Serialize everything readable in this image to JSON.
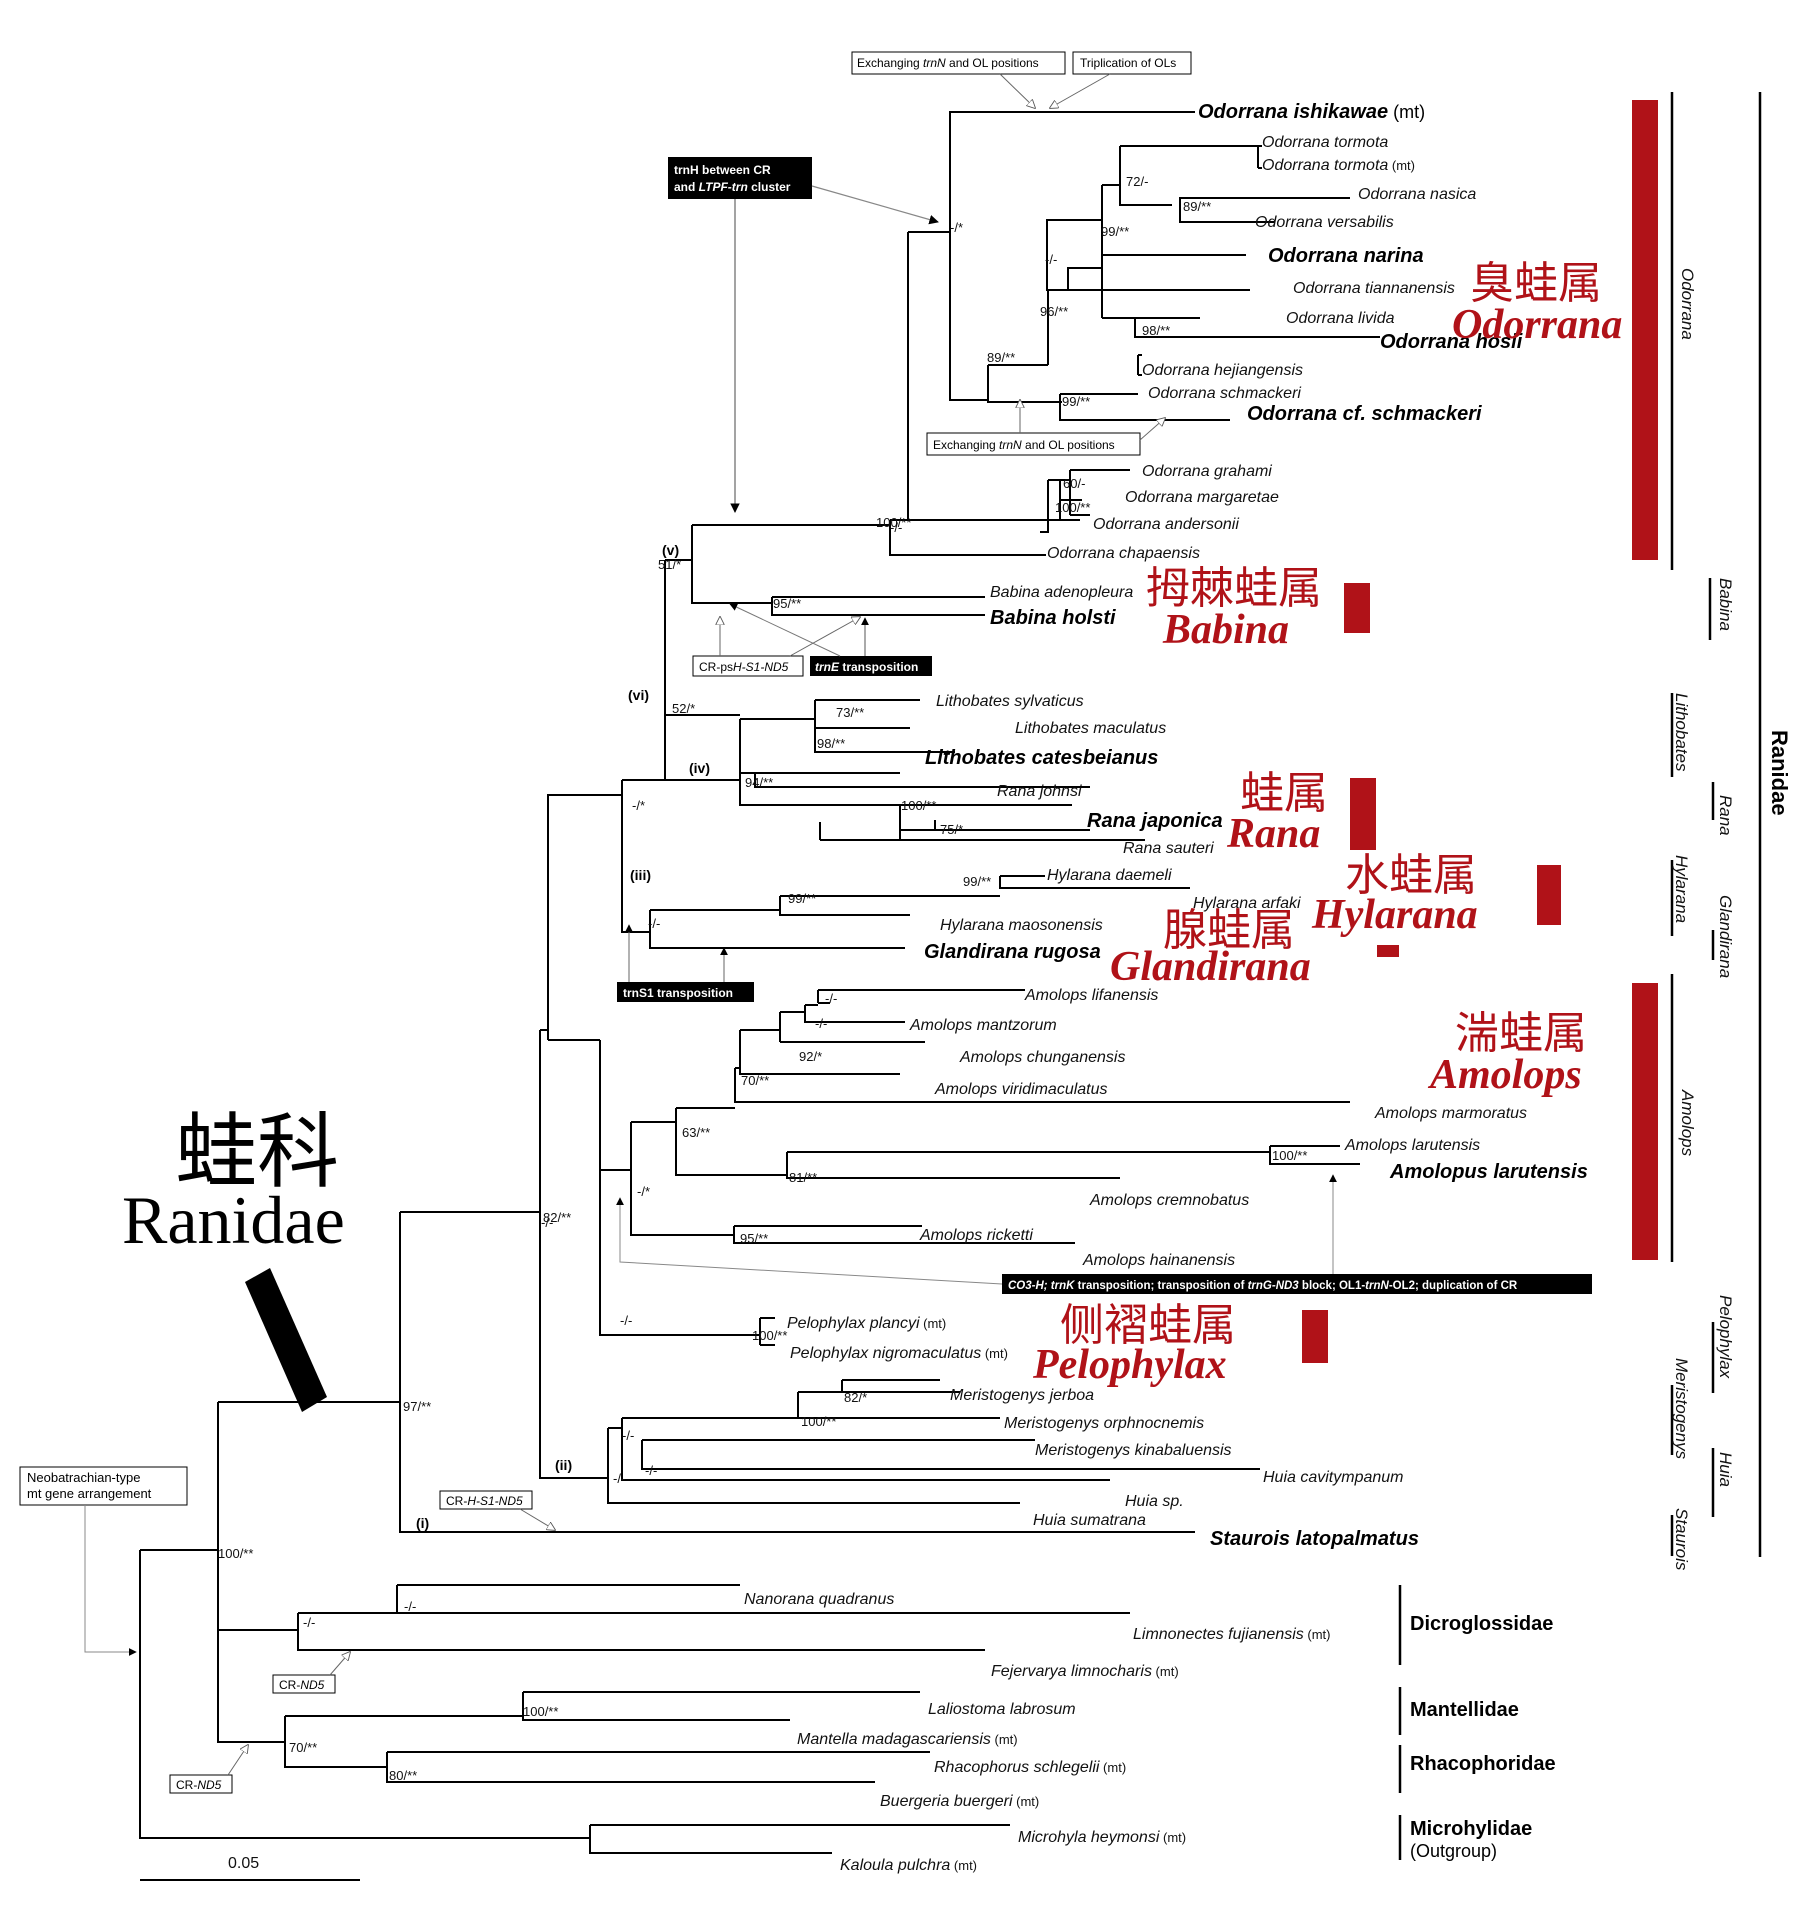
{
  "figure": {
    "main_label_cn": "蛙科",
    "main_label_lat": "Ranidae",
    "scale_bar": "0.05",
    "ranidae_label": "Ranidae"
  },
  "taxa": [
    {
      "name": "Odorrana ishikawae",
      "suffix": "(mt)",
      "bold": true
    },
    {
      "name": "Odorrana tormota",
      "suffix": "",
      "bold": false
    },
    {
      "name": "Odorrana tormota",
      "suffix": "(mt)",
      "bold": false
    },
    {
      "name": "Odorrana nasica",
      "suffix": "",
      "bold": false
    },
    {
      "name": "Odorrana versabilis",
      "suffix": "",
      "bold": false
    },
    {
      "name": "Odorrana narina",
      "suffix": "",
      "bold": true
    },
    {
      "name": "Odorrana tiannanensis",
      "suffix": "",
      "bold": false
    },
    {
      "name": "Odorrana livida",
      "suffix": "",
      "bold": false
    },
    {
      "name": "Odorrana hosii",
      "suffix": "",
      "bold": true
    },
    {
      "name": "Odorrana hejiangensis",
      "suffix": "",
      "bold": false
    },
    {
      "name": "Odorrana schmackeri",
      "suffix": "",
      "bold": false
    },
    {
      "name": "Odorrana cf. schmackeri",
      "suffix": "",
      "bold": true
    },
    {
      "name": "Odorrana grahami",
      "suffix": "",
      "bold": false
    },
    {
      "name": "Odorrana margaretae",
      "suffix": "",
      "bold": false
    },
    {
      "name": "Odorrana andersonii",
      "suffix": "",
      "bold": false
    },
    {
      "name": "Odorrana chapaensis",
      "suffix": "",
      "bold": false
    },
    {
      "name": "Babina adenopleura",
      "suffix": "",
      "bold": false
    },
    {
      "name": "Babina holsti",
      "suffix": "",
      "bold": true
    },
    {
      "name": "Lithobates sylvaticus",
      "suffix": "",
      "bold": false
    },
    {
      "name": "Lithobates maculatus",
      "suffix": "",
      "bold": false
    },
    {
      "name": "Lithobates catesbeianus",
      "suffix": "",
      "bold": true
    },
    {
      "name": "Rana johnsi",
      "suffix": "",
      "bold": false
    },
    {
      "name": "Rana japonica",
      "suffix": "",
      "bold": true
    },
    {
      "name": "Rana sauteri",
      "suffix": "",
      "bold": false
    },
    {
      "name": "Hylarana daemeli",
      "suffix": "",
      "bold": false
    },
    {
      "name": "Hylarana arfaki",
      "suffix": "",
      "bold": false
    },
    {
      "name": "Hylarana maosonensis",
      "suffix": "",
      "bold": false
    },
    {
      "name": "Glandirana rugosa",
      "suffix": "",
      "bold": true
    },
    {
      "name": "Amolops lifanensis",
      "suffix": "",
      "bold": false
    },
    {
      "name": "Amolops mantzorum",
      "suffix": "",
      "bold": false
    },
    {
      "name": "Amolops chunganensis",
      "suffix": "",
      "bold": false
    },
    {
      "name": "Amolops viridimaculatus",
      "suffix": "",
      "bold": false
    },
    {
      "name": "Amolops marmoratus",
      "suffix": "",
      "bold": false
    },
    {
      "name": "Amolops larutensis",
      "suffix": "",
      "bold": false
    },
    {
      "name": "Amolopus larutensis",
      "suffix": "",
      "bold": true
    },
    {
      "name": "Amolops cremnobatus",
      "suffix": "",
      "bold": false
    },
    {
      "name": "Amolops ricketti",
      "suffix": "",
      "bold": false
    },
    {
      "name": "Amolops hainanensis",
      "suffix": "",
      "bold": false
    },
    {
      "name": "Pelophylax plancyi",
      "suffix": "(mt)",
      "bold": false
    },
    {
      "name": "Pelophylax nigromaculatus",
      "suffix": "(mt)",
      "bold": false
    },
    {
      "name": "Meristogenys jerboa",
      "suffix": "",
      "bold": false
    },
    {
      "name": "Meristogenys orphnocnemis",
      "suffix": "",
      "bold": false
    },
    {
      "name": "Meristogenys kinabaluensis",
      "suffix": "",
      "bold": false
    },
    {
      "name": "Huia cavitympanum",
      "suffix": "",
      "bold": false
    },
    {
      "name": "Huia sp.",
      "suffix": "",
      "bold": false
    },
    {
      "name": "Huia sumatrana",
      "suffix": "",
      "bold": false
    },
    {
      "name": "Staurois latopalmatus",
      "suffix": "",
      "bold": true
    },
    {
      "name": "Nanorana quadranus",
      "suffix": "",
      "bold": false
    },
    {
      "name": "Limnonectes fujianensis",
      "suffix": "(mt)",
      "bold": false
    },
    {
      "name": "Fejervarya limnocharis",
      "suffix": "(mt)",
      "bold": false
    },
    {
      "name": "Laliostoma labrosum",
      "suffix": "",
      "bold": false
    },
    {
      "name": "Mantella madagascariensis",
      "suffix": "(mt)",
      "bold": false
    },
    {
      "name": "Rhacophorus schlegelii",
      "suffix": "(mt)",
      "bold": false
    },
    {
      "name": "Buergeria buergeri",
      "suffix": "(mt)",
      "bold": false
    },
    {
      "name": "Microhyla heymonsi",
      "suffix": "(mt)",
      "bold": false
    },
    {
      "name": "Kaloula pulchra",
      "suffix": "(mt)",
      "bold": false
    }
  ],
  "support": [
    "72/-",
    "89/**",
    "99/**",
    "-/-",
    "96/**",
    "98/**",
    "89/**",
    "-/*",
    "99/**",
    "60/-",
    "100/**",
    "-/-",
    "100/**",
    "51/*",
    "95/**",
    "73/**",
    "98/**",
    "94/**",
    "100/**",
    "75/*",
    "52/*",
    "-/*",
    "99/**",
    "99/**",
    "-/-",
    "-/-",
    "-/-",
    "92/*",
    "70/**",
    "100/**",
    "81/**",
    "63/**",
    "95/**",
    "-/*",
    "100/**",
    "-/-",
    "-/-",
    "82/**",
    "82/*",
    "100/**",
    "-/-",
    "-/-",
    "-/-",
    "97/**",
    "100/**",
    "-/-",
    "-/-",
    "100/**",
    "80/**",
    "70/**"
  ],
  "clade_labels": [
    "(i)",
    "(ii)",
    "(iii)",
    "(iv)",
    "(v)",
    "(vi)"
  ],
  "annotations": {
    "exchanging_top": {
      "pre": "Exchanging ",
      "it": "trnN",
      "post": " and OL positions"
    },
    "triplication": "Triplication of OLs",
    "trnH_line1": "trnH between CR",
    "trnH_line2_pre": "and ",
    "trnH_line2_it": "LTPF-trn",
    "trnH_line2_post": " cluster",
    "exchanging_mid": {
      "pre": "Exchanging ",
      "it": "trnN",
      "post": " and OL positions"
    },
    "cr_psh": {
      "pre": "CR-ps",
      "it": "H-S1-ND5"
    },
    "trnE": {
      "it": "trnE",
      "post": " transposition"
    },
    "trnS1": "trnS1 transposition",
    "co3h_line": {
      "a": "CO3-H; trnK",
      "b": " transposition; transposition of ",
      "c": "trnG-ND3",
      "d": " block; OL1-",
      "e": "trnN",
      "f": "-OL2; duplication of CR"
    },
    "cr_hs1": {
      "pre": "CR-",
      "it": "H-S1-ND5"
    },
    "cr_nd5_a": {
      "pre": "CR-",
      "it": "ND5"
    },
    "cr_nd5_b": {
      "pre": "CR-",
      "it": "ND5"
    },
    "neobatrachian_l1": "Neobatrachian-type",
    "neobatrachian_l2": "mt gene arrangement"
  },
  "genera_red": [
    {
      "cn": "臭蛙属",
      "lat": "Odorrana"
    },
    {
      "cn": "拇棘蛙属",
      "lat": "Babina"
    },
    {
      "cn": "蛙属",
      "lat": "Rana"
    },
    {
      "cn": "水蛙属",
      "lat": "Hylarana"
    },
    {
      "cn": "腺蛙属",
      "lat": "Glandirana"
    },
    {
      "cn": "湍蛙属",
      "lat": "Amolops"
    },
    {
      "cn": "侧褶蛙属",
      "lat": "Pelophylax"
    }
  ],
  "genera_side": [
    "Odorrana",
    "Babina",
    "Lithobates",
    "Rana",
    "Hylarana",
    "Glandirana",
    "Amolops",
    "Pelophylax",
    "Meristogenys",
    "Huia",
    "Staurois"
  ],
  "families": [
    {
      "name": "Dicroglossidae",
      "sub": ""
    },
    {
      "name": "Mantellidae",
      "sub": ""
    },
    {
      "name": "Rhacophoridae",
      "sub": ""
    },
    {
      "name": "Microhylidae",
      "sub": "(Outgroup)"
    }
  ],
  "colors": {
    "accent_red": "#b01218",
    "line": "#000000",
    "pointer": "#888888"
  }
}
